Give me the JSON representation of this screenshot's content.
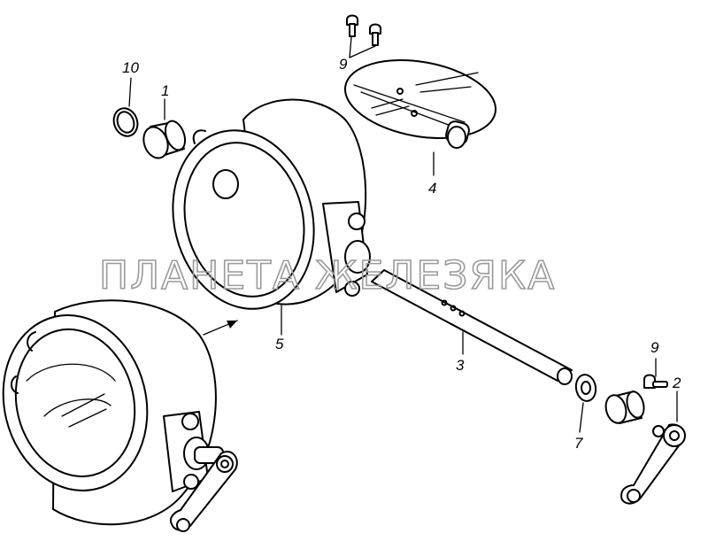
{
  "watermark": "ПЛАНЕТА ЖЕЛЕЗЯКА",
  "callouts": {
    "c10": "10",
    "c1": "1",
    "c9a": "9",
    "c4": "4",
    "c5": "5",
    "c3": "3",
    "c9b": "9",
    "c2": "2",
    "c7": "7"
  },
  "colors": {
    "line": "#000000",
    "watermark": "#9a9a9a",
    "background": "#ffffff"
  }
}
